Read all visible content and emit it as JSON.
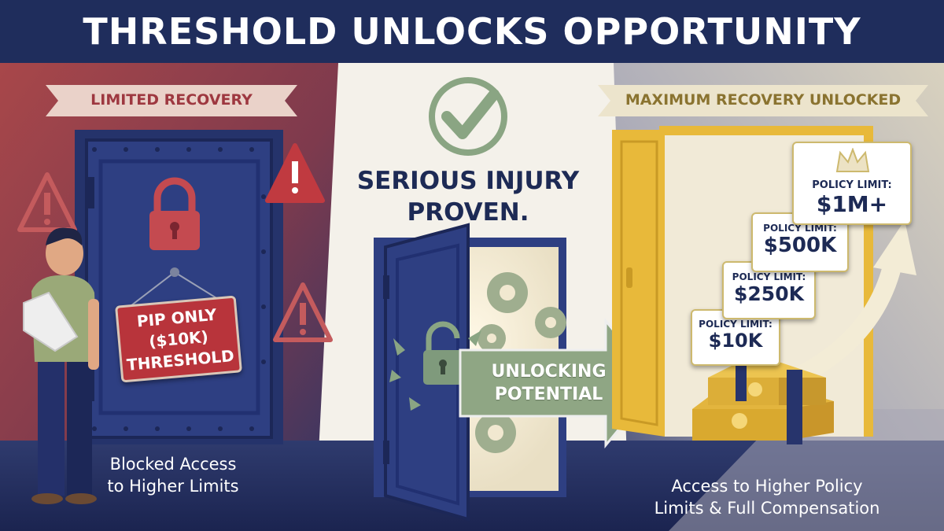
{
  "title": "THRESHOLD UNLOCKS OPPORTUNITY",
  "left": {
    "ribbon": "LIMITED RECOVERY",
    "sign": [
      "PIP ONLY",
      "($10K)",
      "THRESHOLD"
    ],
    "caption": [
      "Blocked Access",
      "to Higher Limits"
    ]
  },
  "center": {
    "headline": [
      "SERIOUS INJURY",
      "PROVEN."
    ],
    "arrow_text": [
      "UNLOCKING",
      "POTENTIAL"
    ]
  },
  "right": {
    "ribbon": "MAXIMUM RECOVERY UNLOCKED",
    "cards": [
      {
        "label": "POLICY LIMIT:",
        "value": "$10K"
      },
      {
        "label": "POLICY LIMIT:",
        "value": "$250K"
      },
      {
        "label": "POLICY LIMIT:",
        "value": "$500K"
      },
      {
        "label": "POLICY LIMIT:",
        "value": "$1M+"
      }
    ],
    "caption": [
      "Access to Higher Policy",
      "Limits & Full Compensation"
    ]
  },
  "icons": {
    "check": "check-circle-icon",
    "lock": "padlock-icon",
    "warning": "warning-triangle-icon",
    "crown": "crown-icon",
    "gear": "gear-icon"
  },
  "colors": {
    "navy": "#1f2d5c",
    "red": "#b8343b",
    "gold": "#e8b93a",
    "green": "#8aa583"
  }
}
